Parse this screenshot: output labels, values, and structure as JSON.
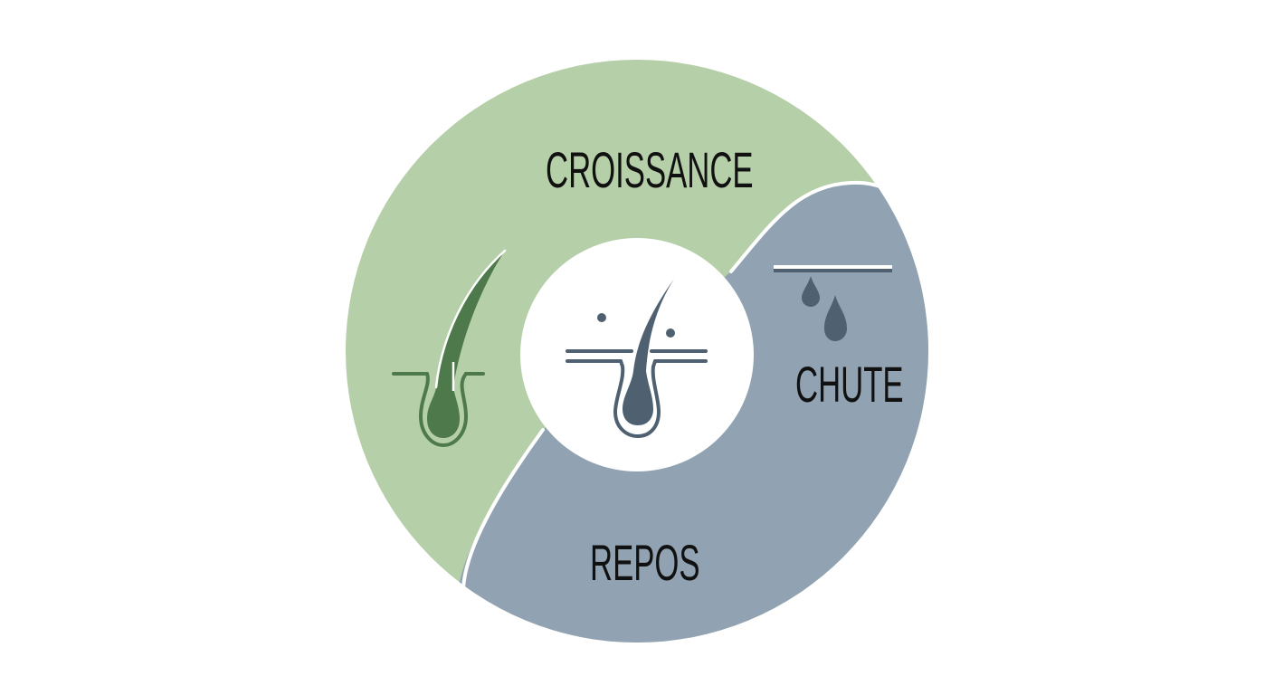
{
  "diagram": {
    "type": "hair-growth-cycle",
    "center_icon": "hair-follicle-icon",
    "colors": {
      "growth_segment": "#B5CFA8",
      "rest_segment": "#91A3B2",
      "growth_icon": "#4E7A4B",
      "center_icon": "#4F6170",
      "drop_icon": "#4F6170",
      "separator": "#FFFFFF",
      "label_text": "#111111"
    },
    "segments": [
      {
        "id": "growth",
        "label": "CROISSANCE",
        "icon": "growing-hair-follicle-icon",
        "color": "#B5CFA8"
      },
      {
        "id": "shedding",
        "label": "CHUTE",
        "icon": "falling-drops-icon",
        "color": "#91A3B2"
      },
      {
        "id": "rest",
        "label": "REPOS",
        "icon": "",
        "color": "#91A3B2"
      }
    ]
  }
}
